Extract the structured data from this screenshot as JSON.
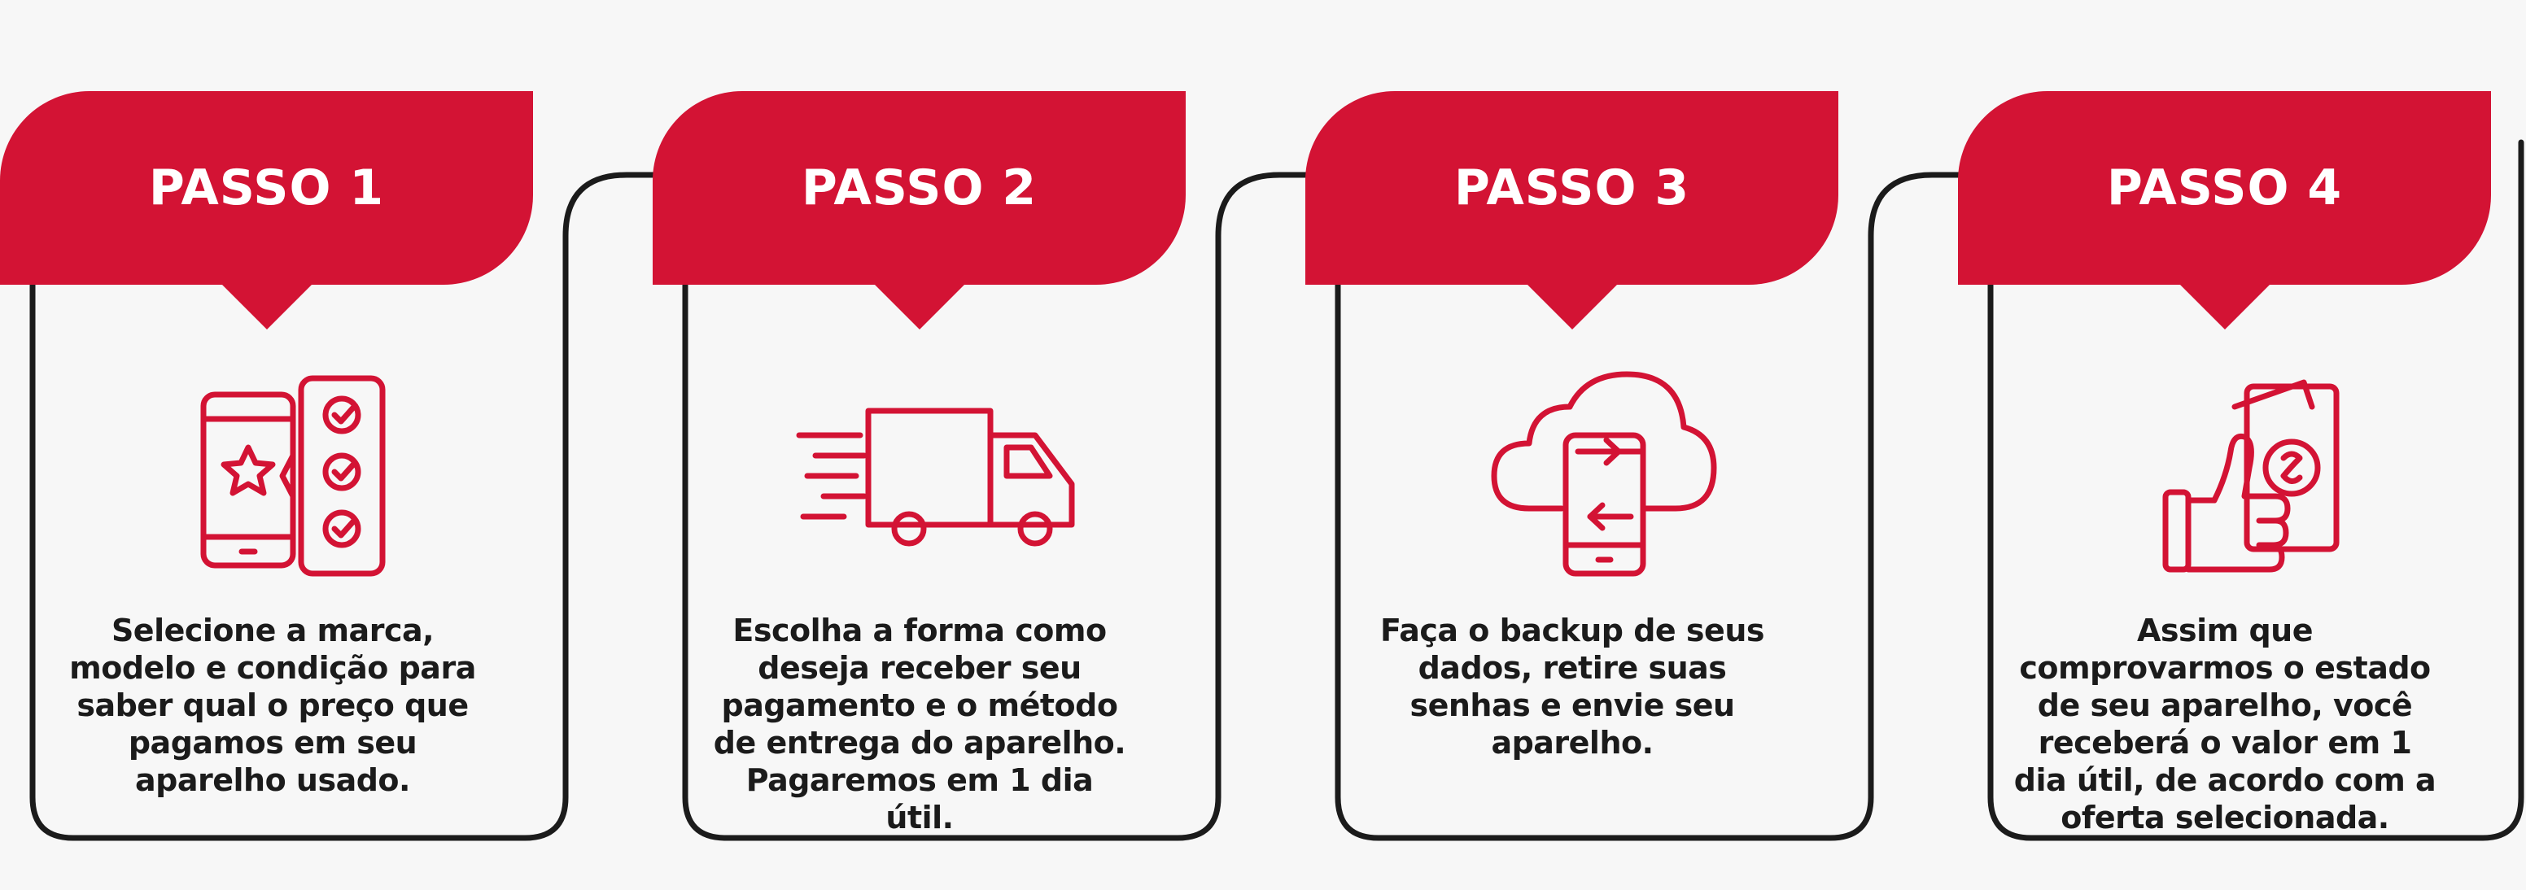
{
  "steps": [
    {
      "label": "PASSO 1",
      "icon": "phone-checklist-icon",
      "description": "Selecione a marca, modelo e condição para saber qual o preço que pagamos em seu aparelho usado."
    },
    {
      "label": "PASSO 2",
      "icon": "delivery-truck-icon",
      "description": "Escolha a forma como deseja receber seu pagamento e o método de entrega do aparelho. Pagaremos em 1 dia útil."
    },
    {
      "label": "PASSO 3",
      "icon": "cloud-backup-icon",
      "description": "Faça o backup de seus dados, retire suas senhas e envie seu aparelho."
    },
    {
      "label": "PASSO 4",
      "icon": "cash-payment-icon",
      "description": "Assim que comprovarmos o estado de seu aparelho, você receberá o valor em 1 dia útil, de acordo com a oferta selecionada."
    }
  ],
  "colors": {
    "accent": "#d31334",
    "line": "#1b1b1b",
    "background": "#f7f7f7"
  }
}
